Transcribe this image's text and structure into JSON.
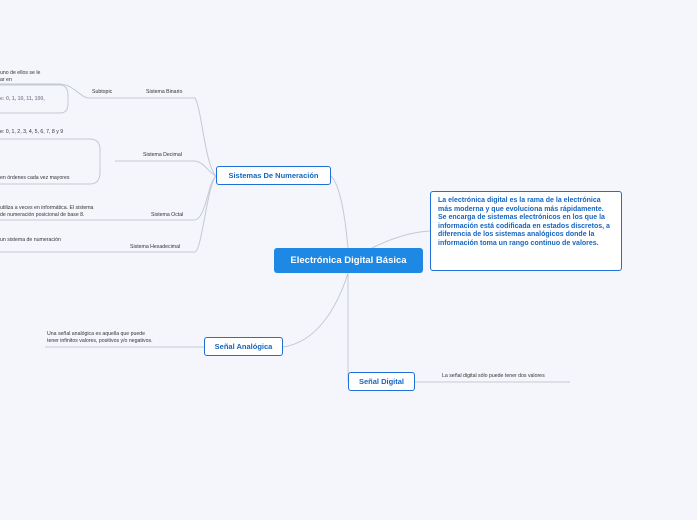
{
  "central": {
    "label": "Electrónica Digital Básica"
  },
  "definition": {
    "text": "La electrónica digital es la rama de la electrónica más moderna y que evoluciona más rápidamente. Se encarga de sistemas electrónicos en los que la información está codificada en estados discretos, a diferencia de los sistemas analógicos donde la información toma un rango continuo de valores."
  },
  "sistemas": {
    "label": "Sistemas De Numeración",
    "binario": {
      "label": "Sistema Binario",
      "subtopic": "Subtopic",
      "text_line1": "uno de ellos se le",
      "text_line2": "ar en",
      "example": "e: 0, 1, 10, 11, 100,"
    },
    "decimal": {
      "label": "Sistema Decimal",
      "example": "e: 0, 1, 2, 3, 4, 5, 6, 7, 8 y 9",
      "text": "en órdenes cada vez mayores"
    },
    "octal": {
      "label": "Sistema Octal",
      "text_line1": "utiliza a veces en informática. El sistema",
      "text_line2": "de numeración posicional de base 8."
    },
    "hexadecimal": {
      "label": "Sistema Hexadecimal",
      "text": "un sistema de numeración"
    }
  },
  "analogica": {
    "label": "Señal Analógica",
    "text_line1": "Una señal analógica es aquella que puede",
    "text_line2": "tener infinitos valores, positivos y/o negativos."
  },
  "digital": {
    "label": "Señal Digital",
    "text": "La señal digital sólo puede tener dos valores"
  },
  "colors": {
    "central_fill": "#1e88e5",
    "node_border": "#1e6fd9",
    "node_text": "#1565c0",
    "link": "#c3c9d6",
    "background": "#f4f6fc"
  }
}
